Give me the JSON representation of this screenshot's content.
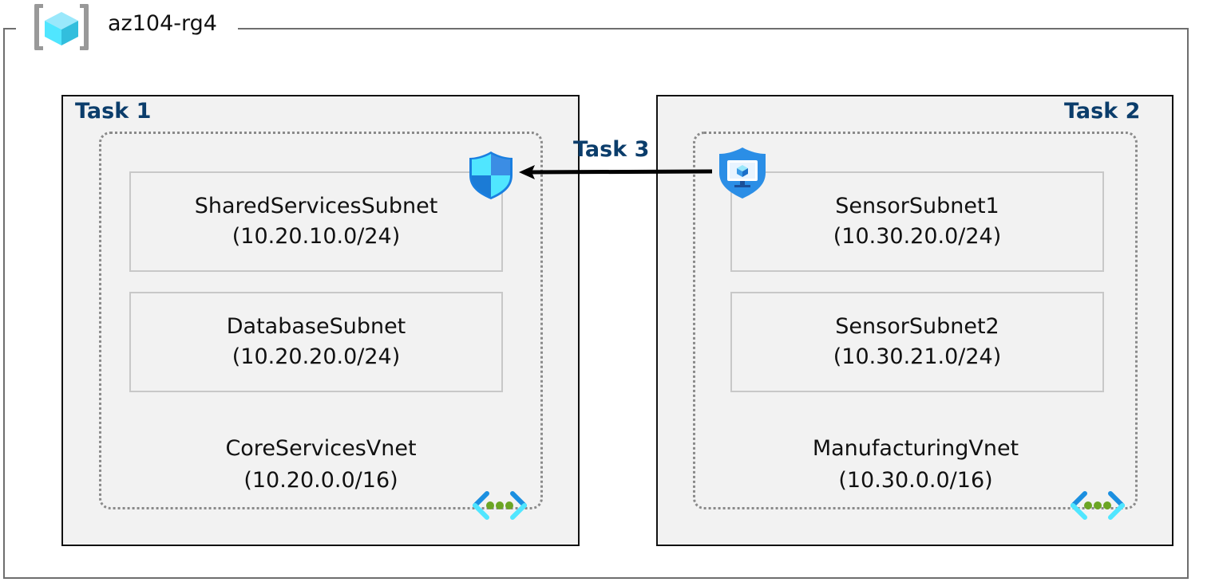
{
  "resource_group": {
    "title": "az104-rg4",
    "icon": "resource-group-icon"
  },
  "tasks": {
    "task1": "Task 1",
    "task2": "Task 2",
    "task3": "Task 3"
  },
  "core_vnet": {
    "name": "CoreServicesVnet",
    "cidr": "(10.20.0.0/16)",
    "subnets": [
      {
        "name": "SharedServicesSubnet",
        "cidr": "(10.20.10.0/24)"
      },
      {
        "name": "DatabaseSubnet",
        "cidr": "(10.20.20.0/24)"
      }
    ]
  },
  "mfg_vnet": {
    "name": "ManufacturingVnet",
    "cidr": "(10.30.0.0/16)",
    "subnets": [
      {
        "name": "SensorSubnet1",
        "cidr": "(10.30.20.0/24)"
      },
      {
        "name": "SensorSubnet2",
        "cidr": "(10.30.21.0/24)"
      }
    ]
  },
  "icons": {
    "nsg": "network-security-group-icon",
    "asg": "application-security-group-icon",
    "vnet": "virtual-network-icon"
  }
}
